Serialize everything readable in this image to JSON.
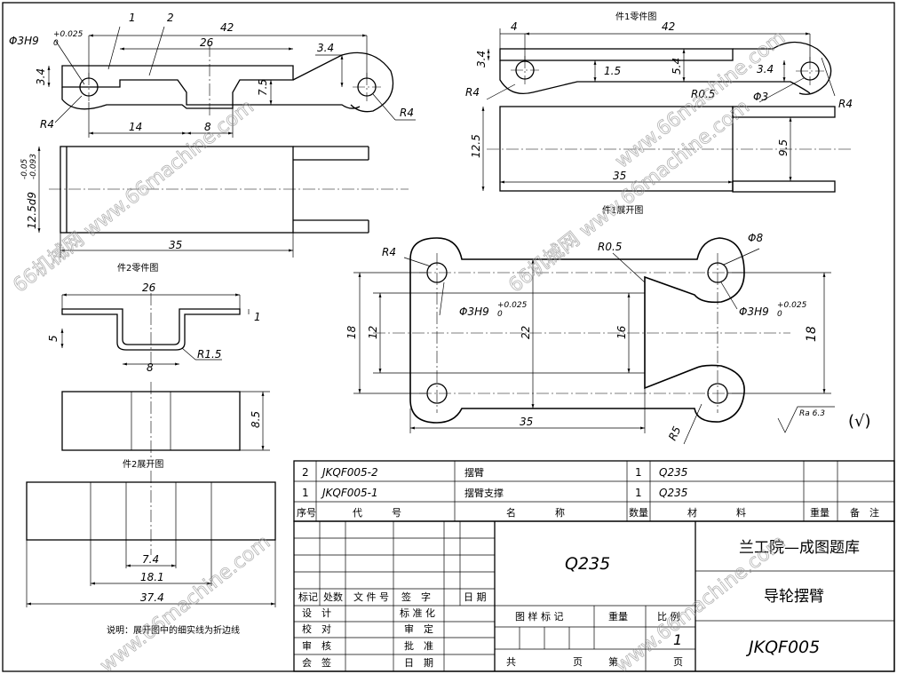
{
  "views": {
    "part2_drawing_title": "件2零件图",
    "part1_drawing_title": "件1零件图",
    "part1_unfold_title": "件1展开图",
    "part2_unfold_title": "件2展开图",
    "note": "说明：展开图中的细实线为折边线"
  },
  "dimensions": {
    "assembly": {
      "bore": "Φ3H9",
      "bore_tol": [
        "+0.025",
        "0"
      ],
      "thickness": "3.4",
      "length_42": "42",
      "length_26": "26",
      "offset_34": "3.4",
      "height_75": "7.5",
      "len_14": "14",
      "len_8": "8",
      "radius_left": "R4",
      "radius_right": "R4",
      "balloon_1": "1",
      "balloon_2": "2",
      "width": "12.5d9",
      "width_tol": [
        "-0.05",
        "-0.093"
      ],
      "len_35": "35"
    },
    "part2": {
      "len_26": "26",
      "height_5": "5",
      "thick_1": "1",
      "len_8": "8",
      "radius": "R1.5",
      "width_85": "8.5"
    },
    "part2_unfold": {
      "len_74": "7.4",
      "len_181": "18.1",
      "len_374": "37.4"
    },
    "part1": {
      "len_4": "4",
      "len_42": "42",
      "thick_34": "3.4",
      "gap_15": "1.5",
      "h_54": "5.4",
      "h_34": "3.4",
      "r_05": "R0.5",
      "bore_3": "Φ3",
      "r_left": "R4",
      "r_right": "R4",
      "w_125": "12.5",
      "w_95": "9.5",
      "len_35": "35"
    },
    "part1_unfold": {
      "r4": "R4",
      "r05": "R0.5",
      "d8": "Φ8",
      "bore_left": "Φ3H9",
      "bore_right": "Φ3H9",
      "bore_tol": [
        "+0.025",
        "0"
      ],
      "h18_left": "18",
      "h12": "12",
      "h22": "22",
      "h16": "16",
      "h18_right": "18",
      "len_35": "35",
      "r5": "R5",
      "roughness": "Ra 6.3",
      "roughness_other": "(√)"
    }
  },
  "parts_list": {
    "rows": [
      {
        "seq": "2",
        "code": "JKQF005-2",
        "name": "摆臂",
        "qty": "1",
        "material": "Q235"
      },
      {
        "seq": "1",
        "code": "JKQF005-1",
        "name": "摆臂支撑",
        "qty": "1",
        "material": "Q235"
      }
    ],
    "headers": {
      "seq": "序号",
      "code": "代　　　号",
      "name": "名　　　　称",
      "qty": "数量",
      "material": "材　　　　料",
      "weight": "重量",
      "remarks": "备　注"
    }
  },
  "title_block": {
    "material": "Q235",
    "organization": "兰工院—成图题库",
    "drawing_name": "导轮摆臂",
    "drawing_number": "JKQF005",
    "revision_headers": [
      "标记",
      "处数",
      "文 件 号",
      "签　字",
      "日 期"
    ],
    "sign_labels": [
      "设　计",
      "校　对",
      "审　核",
      "会　签"
    ],
    "sign_labels_2": [
      "标 准 化",
      "审　定",
      "批　准",
      "日　期"
    ],
    "stage_label": "图 样 标 记",
    "weight_label": "重量",
    "scale_label": "比 例",
    "scale_value": "1",
    "total_label": "共",
    "sheet_label": "页",
    "page_label": "第",
    "page_suffix": "页"
  },
  "watermark": {
    "text": "66机械网 www.66machine.com",
    "url_text": "www.66machine.com"
  }
}
